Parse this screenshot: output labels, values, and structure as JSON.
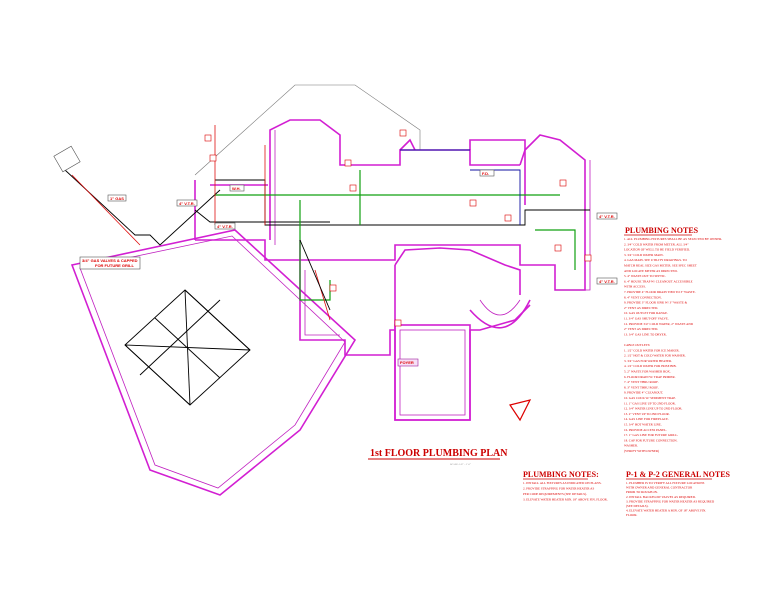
{
  "drawing": {
    "title": "1st FLOOR PLUMBING PLAN",
    "scale_note": "SCALE: 1/8\" = 1'-0\"",
    "room_label": "FOYER",
    "callouts": {
      "gas_line": "1\" GAS",
      "vtr_left": "4\" V.T.R.",
      "vtr_mid": "4\" V.T.R.",
      "gas_valves": "3/4\" GAS VALVES & CAPPED",
      "gas_valves_2": "FOR FUTURE GRILL",
      "vtr_right": "4\" V.T.R.",
      "vtr_right2": "4\" V.T.R.",
      "wh": "W.H.",
      "fd": "F.D."
    }
  },
  "notes_right": {
    "title": "PLUMBING NOTES",
    "lines": [
      "1. ALL PLUMBING FIXTURES SHALL BE AS SELECTED BY OWNER.",
      "2. 3/4\" COLD WATER FROM METER. ALL 3/4\"",
      "LOCATION OF WELL TO BE FIELD VERIFIED.",
      "3. 3/4\" COLD WATER MAIN.",
      "4. GAS MAIN. SEE UTILITY DRAWINGS. TO",
      "MATCH REAL SIZE GAS METER. SEE SPEC SHEET",
      "AND LOCATE METER AS DIRECTED.",
      "5. 4\" WASTE OUT TO SEPTIC.",
      "6. 4\" HOUSE TRAP W/ CLEANOUT ACCESSIBLE",
      "WITH ACCESS.",
      "7. PROVIDE 4\" FLOOR DRAIN TIED TO 3\" WASTE.",
      "8. 4\" VENT CONNECTION.",
      "9. PROVIDE 3\" FLOOR SINK W/ 3\" WASTE &",
      "2\" VENT AS DIRECTED.",
      "10. GAS OUTLET FOR RANGE.",
      "11. 3/4\" GAS SHUT-OFF VALVE.",
      "12. PROVIDE 3/4\" COLD WATER, 2\" WASTE AND",
      "2\" VENT AS DIRECTED.",
      "13. 3/4\" GAS LINE TO DRYER.",
      "",
      "CABLE OUTLETS:",
      "1. 1/2\" COLD WATER FOR ICE MAKER.",
      "2. 1/2\" HOT & COLD WATER FOR WASHER.",
      "3. 3/4\" GAS FOR WATER HEATER.",
      "4. 1/2\" COLD WATER FOR HOSE BIB.",
      "5. 2\" WASTE FOR WASHER BOX.",
      "6. FLOOR DRAIN W/ TRAP PRIMER.",
      "7. 4\" VENT THRU ROOF.",
      "8. 3\" VENT THRU ROOF.",
      "9. PROVIDE 4\" CLEANOUT.",
      "10. GAS COCK W/ SEDIMENT TRAP.",
      "11. 1\" GAS LINE UP TO 2ND FLOOR.",
      "12. 3/4\" WATER LINE UP TO 2ND FLOOR.",
      "13. 2\" VENT UP TO 2ND FLOOR.",
      "14. GAS LINE FOR FIREPLACE.",
      "15. 3/4\" HOT WATER LINE.",
      "16. PROVIDE ACCESS PANEL.",
      "17. 1\" GAS LINE FOR FUTURE GRILL.",
      "18. CAP FOR FUTURE CONNECTION.",
      "WASHER.",
      "(VERIFY WITH OWNER)"
    ]
  },
  "notes_bottom_left": {
    "title": "PLUMBING NOTES:",
    "lines": [
      "1. INSTALL ALL FIXTURES AS INDICATED ON PLANS.",
      "2. PROVIDE STRAPPING FOR WATER HEATER AS",
      "PER CODE REQUIREMENTS (SEE DETAILS).",
      "3. ELEVATE WATER HEATER MIN. 18\" ABOVE FIN. FLOOR."
    ]
  },
  "notes_bottom_right": {
    "title": "P-1 & P-2 GENERAL NOTES",
    "lines": [
      "1. PLUMBER IS TO VERIFY ALL FIXTURE LOCATIONS",
      "WITH OWNER AND GENERAL CONTRACTOR",
      "PRIOR TO ROUGH-IN.",
      "2. INSTALL BACKFLOW VALVES AS REQUIRED.",
      "3. PROVIDE STRAPPING FOR WATER HEATER AS REQUIRED",
      "(SEE DETAILS).",
      "4. ELEVATE WATER HEATER A MIN. OF 18\" ABOVE FIN.",
      "FLOOR."
    ]
  },
  "colors": {
    "walls": "#d21fd2",
    "notes": "#d00000",
    "water": "#10a010",
    "pipe": "#000000"
  }
}
